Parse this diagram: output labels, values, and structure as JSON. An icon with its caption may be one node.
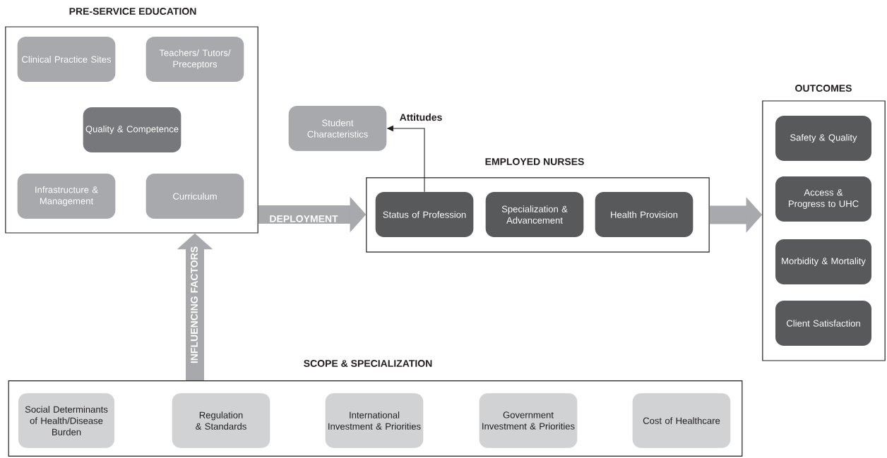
{
  "diagram": {
    "nodes": [
      {
        "text": [
          "PRE-SERVICE EDUCATION"
        ]
      },
      {
        "text": [
          "Clinical Practice Sites"
        ],
        "in": 0
      },
      {
        "text": [
          "Teachers/ Tutors/ Preceptors"
        ],
        "in": 0
      },
      {
        "text": [
          "Quality & Competence"
        ],
        "in": 0
      },
      {
        "text": [
          "Infrastructure & Management"
        ],
        "in": 0
      },
      {
        "text": [
          "Curriculum"
        ],
        "in": 0
      },
      {
        "text": [
          "Student Characteristics"
        ]
      },
      {
        "text": [
          "EMPLOYED NURSES"
        ]
      },
      {
        "text": [
          "Status of Profession"
        ],
        "in": 7
      },
      {
        "text": [
          "Specialization & Advancement"
        ],
        "in": 7
      },
      {
        "text": [
          "Health Provision"
        ],
        "in": 7
      },
      {
        "text": [
          "OUTCOMES"
        ]
      },
      {
        "text": [
          "Safety & Quality"
        ],
        "in": 11
      },
      {
        "text": [
          "Access & Progress to UHC"
        ],
        "in": 11
      },
      {
        "text": [
          "Morbidity & Mortality"
        ],
        "in": 11
      },
      {
        "text": [
          "Client Satisfaction"
        ],
        "in": 11
      },
      {
        "text": [
          "SCOPE & SPECIALIZATION"
        ]
      },
      {
        "text": [
          "Social Determinants of Health/Disease Burden"
        ],
        "in": 16
      },
      {
        "text": [
          "Regulation & Standards"
        ],
        "in": 16
      },
      {
        "text": [
          "International Investment & Priorities"
        ],
        "in": 16
      },
      {
        "text": [
          "Government Investment & Priorities"
        ],
        "in": 16
      },
      {
        "text": [
          "Cost of Healthcare"
        ],
        "in": 16
      }
    ],
    "edges": [
      {
        "from": 8,
        "to": 6,
        "arrow": "to",
        "label": "Attitudes",
        "color": "#231f20"
      },
      {
        "from": 0,
        "to": 7,
        "arrow": "to",
        "label": "DEPLOYMENT"
      },
      {
        "from": 7,
        "to": 11,
        "arrow": "to"
      },
      {
        "from": 16,
        "to": 0,
        "arrow": "to",
        "label": "INFLUENCING FACTORS"
      }
    ]
  }
}
